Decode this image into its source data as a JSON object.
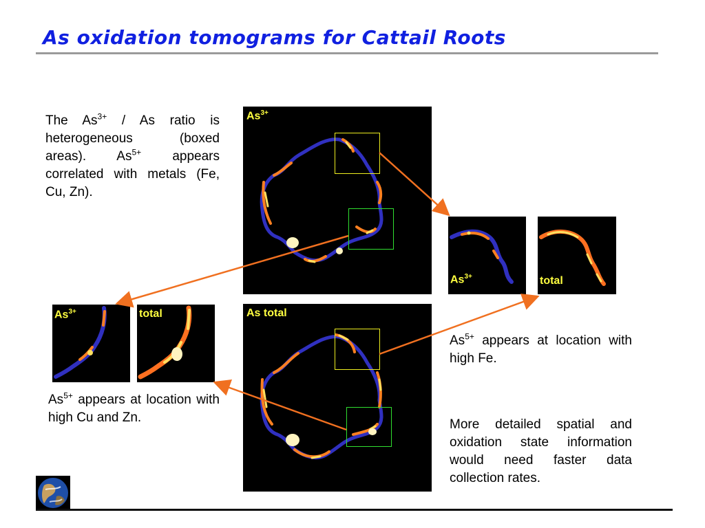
{
  "title": "As oxidation tomograms for Cattail Roots",
  "text_left": {
    "p1_a": "The As",
    "p1_sup1": "3+",
    "p1_b": " / As  ratio is heterogeneous (boxed areas).  As",
    "p1_sup2": "5+",
    "p1_c": " appears correlated with metals (Fe, Cu, Zn).",
    "p2_a": "As",
    "p2_sup": "5+",
    "p2_b": " appears at location with high Cu and Zn."
  },
  "text_right": {
    "p1_a": "As",
    "p1_sup": "5+",
    "p1_b": " appears at location with high Fe.",
    "p2": "More detailed spatial and oxidation state information would need faster data collection rates."
  },
  "image_labels": {
    "main_top_base": "As",
    "main_top_sup": "3+",
    "main_bottom": "As total",
    "right_as_base": "As",
    "right_as_sup": "3+",
    "right_total": "total",
    "left_as_base": "As",
    "left_as_sup": "3+",
    "left_total": "total"
  },
  "colors": {
    "title": "#1020e0",
    "arrow": "#f07020",
    "box_yellow": "#f0f020",
    "box_green": "#30e030",
    "label": "#ffff40"
  }
}
